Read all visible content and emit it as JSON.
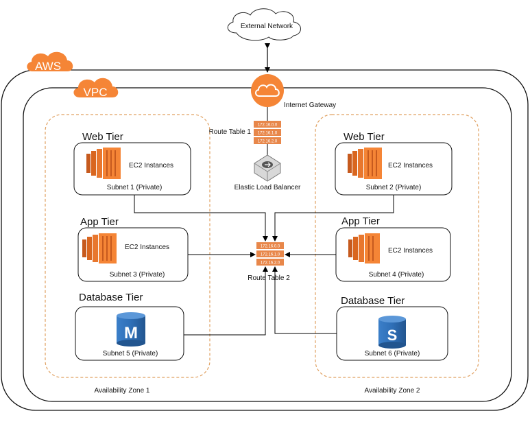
{
  "external_network": "External Network",
  "aws_label": "AWS",
  "vpc_label": "VPC",
  "internet_gateway": "Internet Gateway",
  "route_table_1": {
    "label": "Route Table 1",
    "entries": [
      "172.16.0.0",
      "172.16.1.0",
      "172.16.2.0"
    ]
  },
  "route_table_2": {
    "label": "Route Table 2",
    "entries": [
      "172.16.0.0",
      "172.16.1.0",
      "172.16.2.0"
    ]
  },
  "elb_label": "Elastic Load Balancer",
  "zones": [
    {
      "label": "Availability Zone 1",
      "tiers": [
        {
          "title": "Web Tier",
          "content": "EC2 Instances",
          "subnet": "Subnet 1 (Private)"
        },
        {
          "title": "App Tier",
          "content": "EC2 Instances",
          "subnet": "Subnet 3 (Private)"
        },
        {
          "title": "Database Tier",
          "db_letter": "M",
          "subnet": "Subnet 5 (Private)"
        }
      ]
    },
    {
      "label": "Availability Zone 2",
      "tiers": [
        {
          "title": "Web Tier",
          "content": "EC2 Instances",
          "subnet": "Subnet 2 (Private)"
        },
        {
          "title": "App Tier",
          "content": "EC2 Instances",
          "subnet": "Subnet 4 (Private)"
        },
        {
          "title": "Database Tier",
          "db_letter": "S",
          "subnet": "Subnet 6 (Private)"
        }
      ]
    }
  ],
  "colors": {
    "aws_orange": "#f58536",
    "ec2_orange": "#e8772e",
    "db_blue": "#2f6fb7",
    "zone_border": "#e0a060",
    "route_orange": "#e8874a"
  }
}
